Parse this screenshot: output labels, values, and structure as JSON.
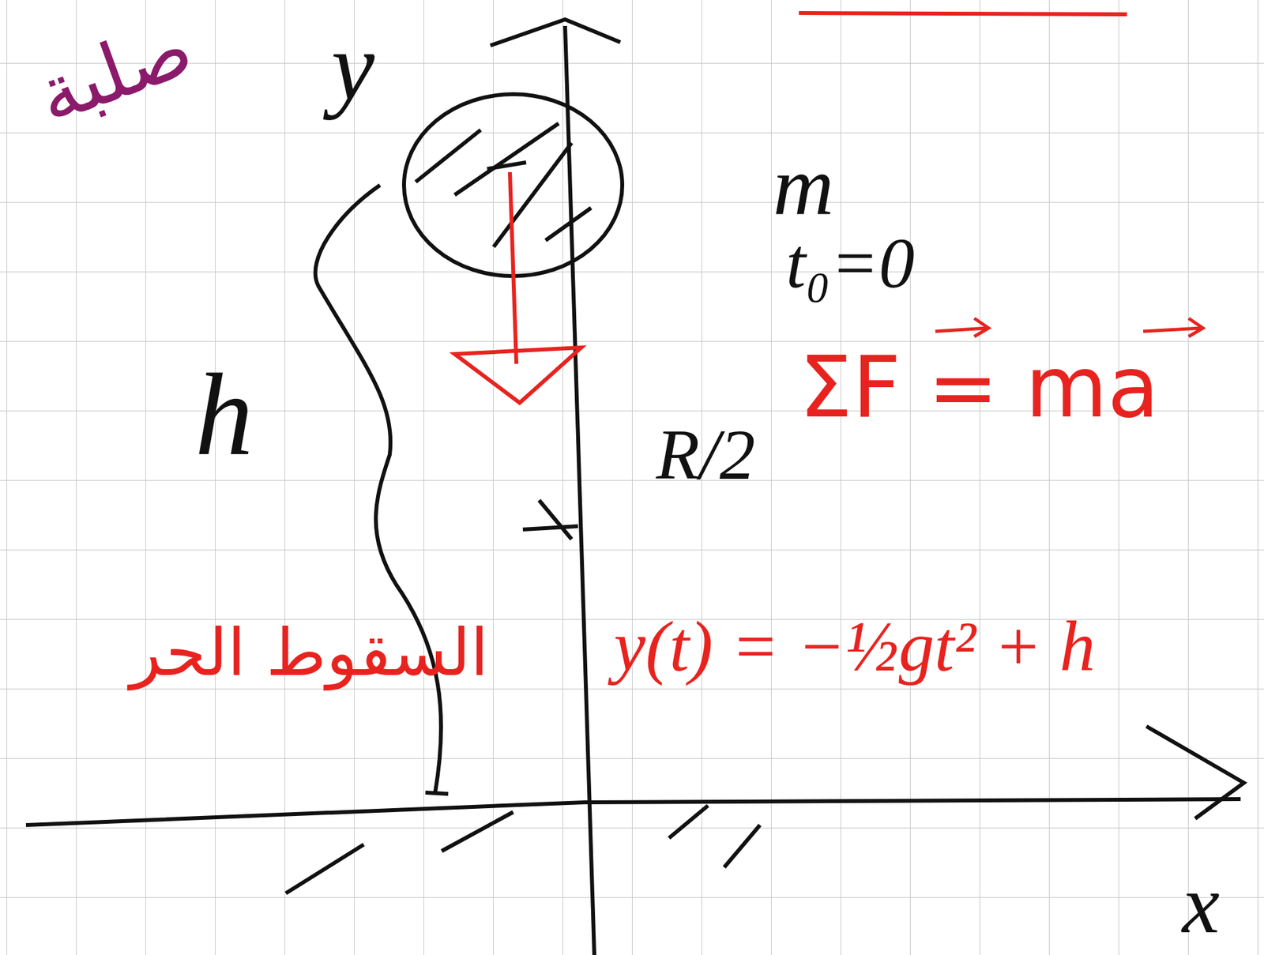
{
  "diagram": {
    "labels": [
      "صلبة",
      "y",
      "m",
      "t₀=0",
      "ΣF = ma",
      "h",
      "R/2",
      "السقوط الحر",
      "y(t) = −½gt² + h",
      "x"
    ]
  }
}
